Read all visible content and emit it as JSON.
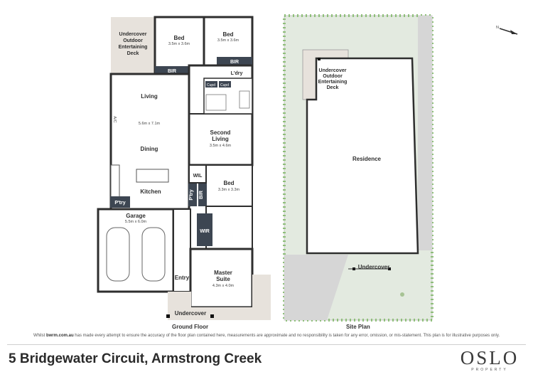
{
  "ground_floor": {
    "caption": "Ground Floor",
    "rooms": {
      "undercover_deck": [
        "Undercover",
        "Outdoor",
        "Entertaining",
        "Deck"
      ],
      "bed1": {
        "name": "Bed",
        "dim": "3.5m x 3.6m"
      },
      "bed2": {
        "name": "Bed",
        "dim": "3.5m x 3.6m"
      },
      "bir_top": "BIR",
      "bir_top2": "BIR",
      "laundry": "L'dry",
      "cupd1": "Cupd",
      "cupd2": "Cupd",
      "living": "Living",
      "living_dim": "5.6m x 7.1m",
      "dining": "Dining",
      "kitchen": "Kitchen",
      "pantry": "P'try",
      "second_living": {
        "name": "Second",
        "name2": "Living",
        "dim": "3.5m x 4.6m"
      },
      "wil": "WIL",
      "bed3": {
        "name": "Bed",
        "dim": "3.3m x 3.3m"
      },
      "ptry2": "P'try",
      "bir_mid": "BIR",
      "garage": {
        "name": "Garage",
        "dim": "5.5m x 6.0m"
      },
      "wir": "WIR",
      "entry": "Entry",
      "master": {
        "name": "Master",
        "name2": "Suite",
        "dim": "4.3m x 4.0m"
      },
      "undercover": "Undercover",
      "a_c": "A/C"
    }
  },
  "site_plan": {
    "caption": "Site Plan",
    "deck": [
      "Undercover",
      "Outdoor",
      "Entertaining",
      "Deck"
    ],
    "residence": "Residence",
    "undercover": "Undercover",
    "north": "N"
  },
  "disclaimer": {
    "pre": "Whilst ",
    "site": "bwrm.com.au",
    "post": " has made every attempt to ensure the accuracy of the floor plan contained here, measurements are approximate and no responsibility is taken for any error, omission, or mis-statement. This plan is for illustrative purposes only."
  },
  "address": "5 Bridgewater Circuit, Armstrong Creek",
  "logo": {
    "main": "OSLO",
    "sub": "PROPERTY"
  },
  "colors": {
    "wall": "#2e2e2e",
    "dark_room": "#3d4652",
    "grass": "#e3eae0",
    "deck": "#e7e2dc",
    "concrete": "#d6d6d6"
  }
}
